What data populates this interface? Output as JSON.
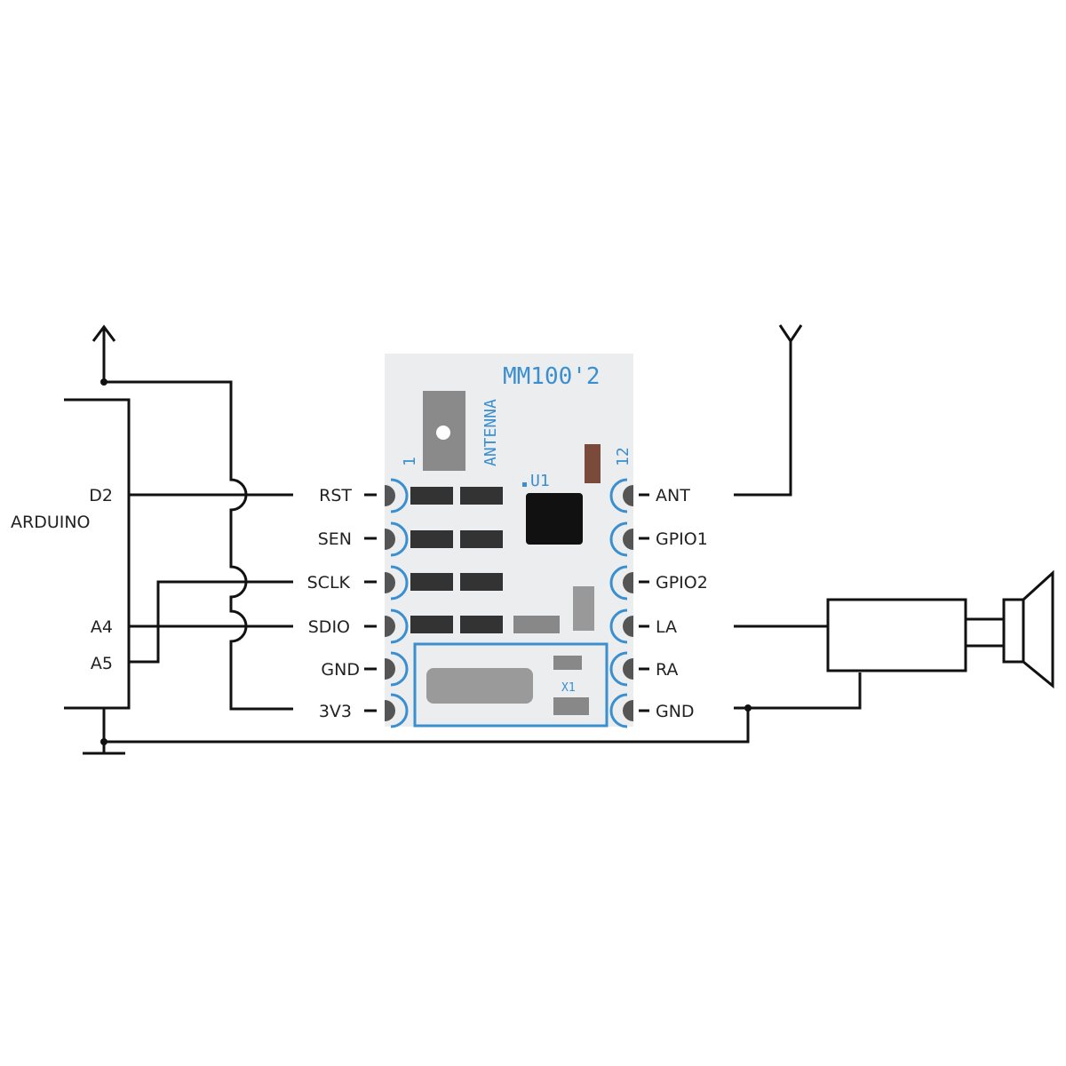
{
  "arduino": {
    "title": "ARDUINO",
    "pins": [
      "D2",
      "A4",
      "A5"
    ]
  },
  "module": {
    "name": "MM100'2",
    "antenna_label": "ANTENNA",
    "chip_label": "U1",
    "pin1_label": "1",
    "pin12_label": "12",
    "crystal_label": "X1",
    "left_pins": [
      "RST",
      "SEN",
      "SCLK",
      "SDIO",
      "GND",
      "3V3"
    ],
    "right_pins": [
      "ANT",
      "GPIO1",
      "GPIO2",
      "LA",
      "RA",
      "GND"
    ]
  },
  "colors": {
    "wire": "#111111",
    "silkscreen": "#3a8fd0",
    "board": "#ecedee"
  }
}
